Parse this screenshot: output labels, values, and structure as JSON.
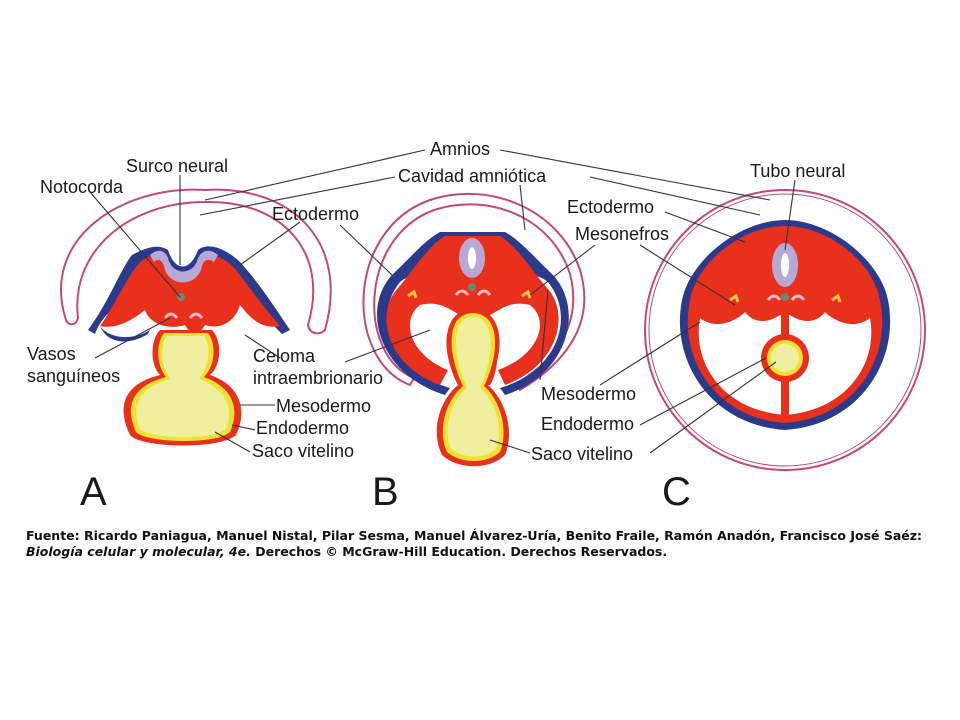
{
  "labels": {
    "amnios": "Amnios",
    "cavidad_amniotica": "Cavidad amniótica",
    "surco_neural": "Surco neural",
    "notocorda": "Notocorda",
    "ectodermo_a": "Ectodermo",
    "ectodermo_c": "Ectodermo",
    "tubo_neural": "Tubo neural",
    "mesonefros": "Mesonefros",
    "vasos_1": "Vasos",
    "vasos_2": "sanguíneos",
    "celoma_1": "Celoma",
    "celoma_2": "intraembrionario",
    "mesodermo_a": "Mesodermo",
    "endodermo_a": "Endodermo",
    "saco_vitelino_a": "Saco vitelino",
    "mesodermo_b": "Mesodermo",
    "endodermo_b": "Endodermo",
    "saco_vitelino_b": "Saco vitelino"
  },
  "panels": [
    "A",
    "B",
    "C"
  ],
  "caption": {
    "prefix": "Fuente: Ricardo Paniagua, Manuel Nistal, Pilar Sesma, Manuel Álvarez-Uría, Benito Fraile, Ramón Anadón, Francisco José Saéz: ",
    "book": "Biología celular y molecular, 4e.",
    "suffix": " Derechos © McGraw-Hill Education. Derechos Reservados."
  },
  "colors": {
    "mesoderm": "#e8301c",
    "ectoderm": "#2c3a8c",
    "neural": "#b6a9d6",
    "yolk": "#eef0a0",
    "endoderm": "#f0e030",
    "amnion": "#c24a7a"
  }
}
